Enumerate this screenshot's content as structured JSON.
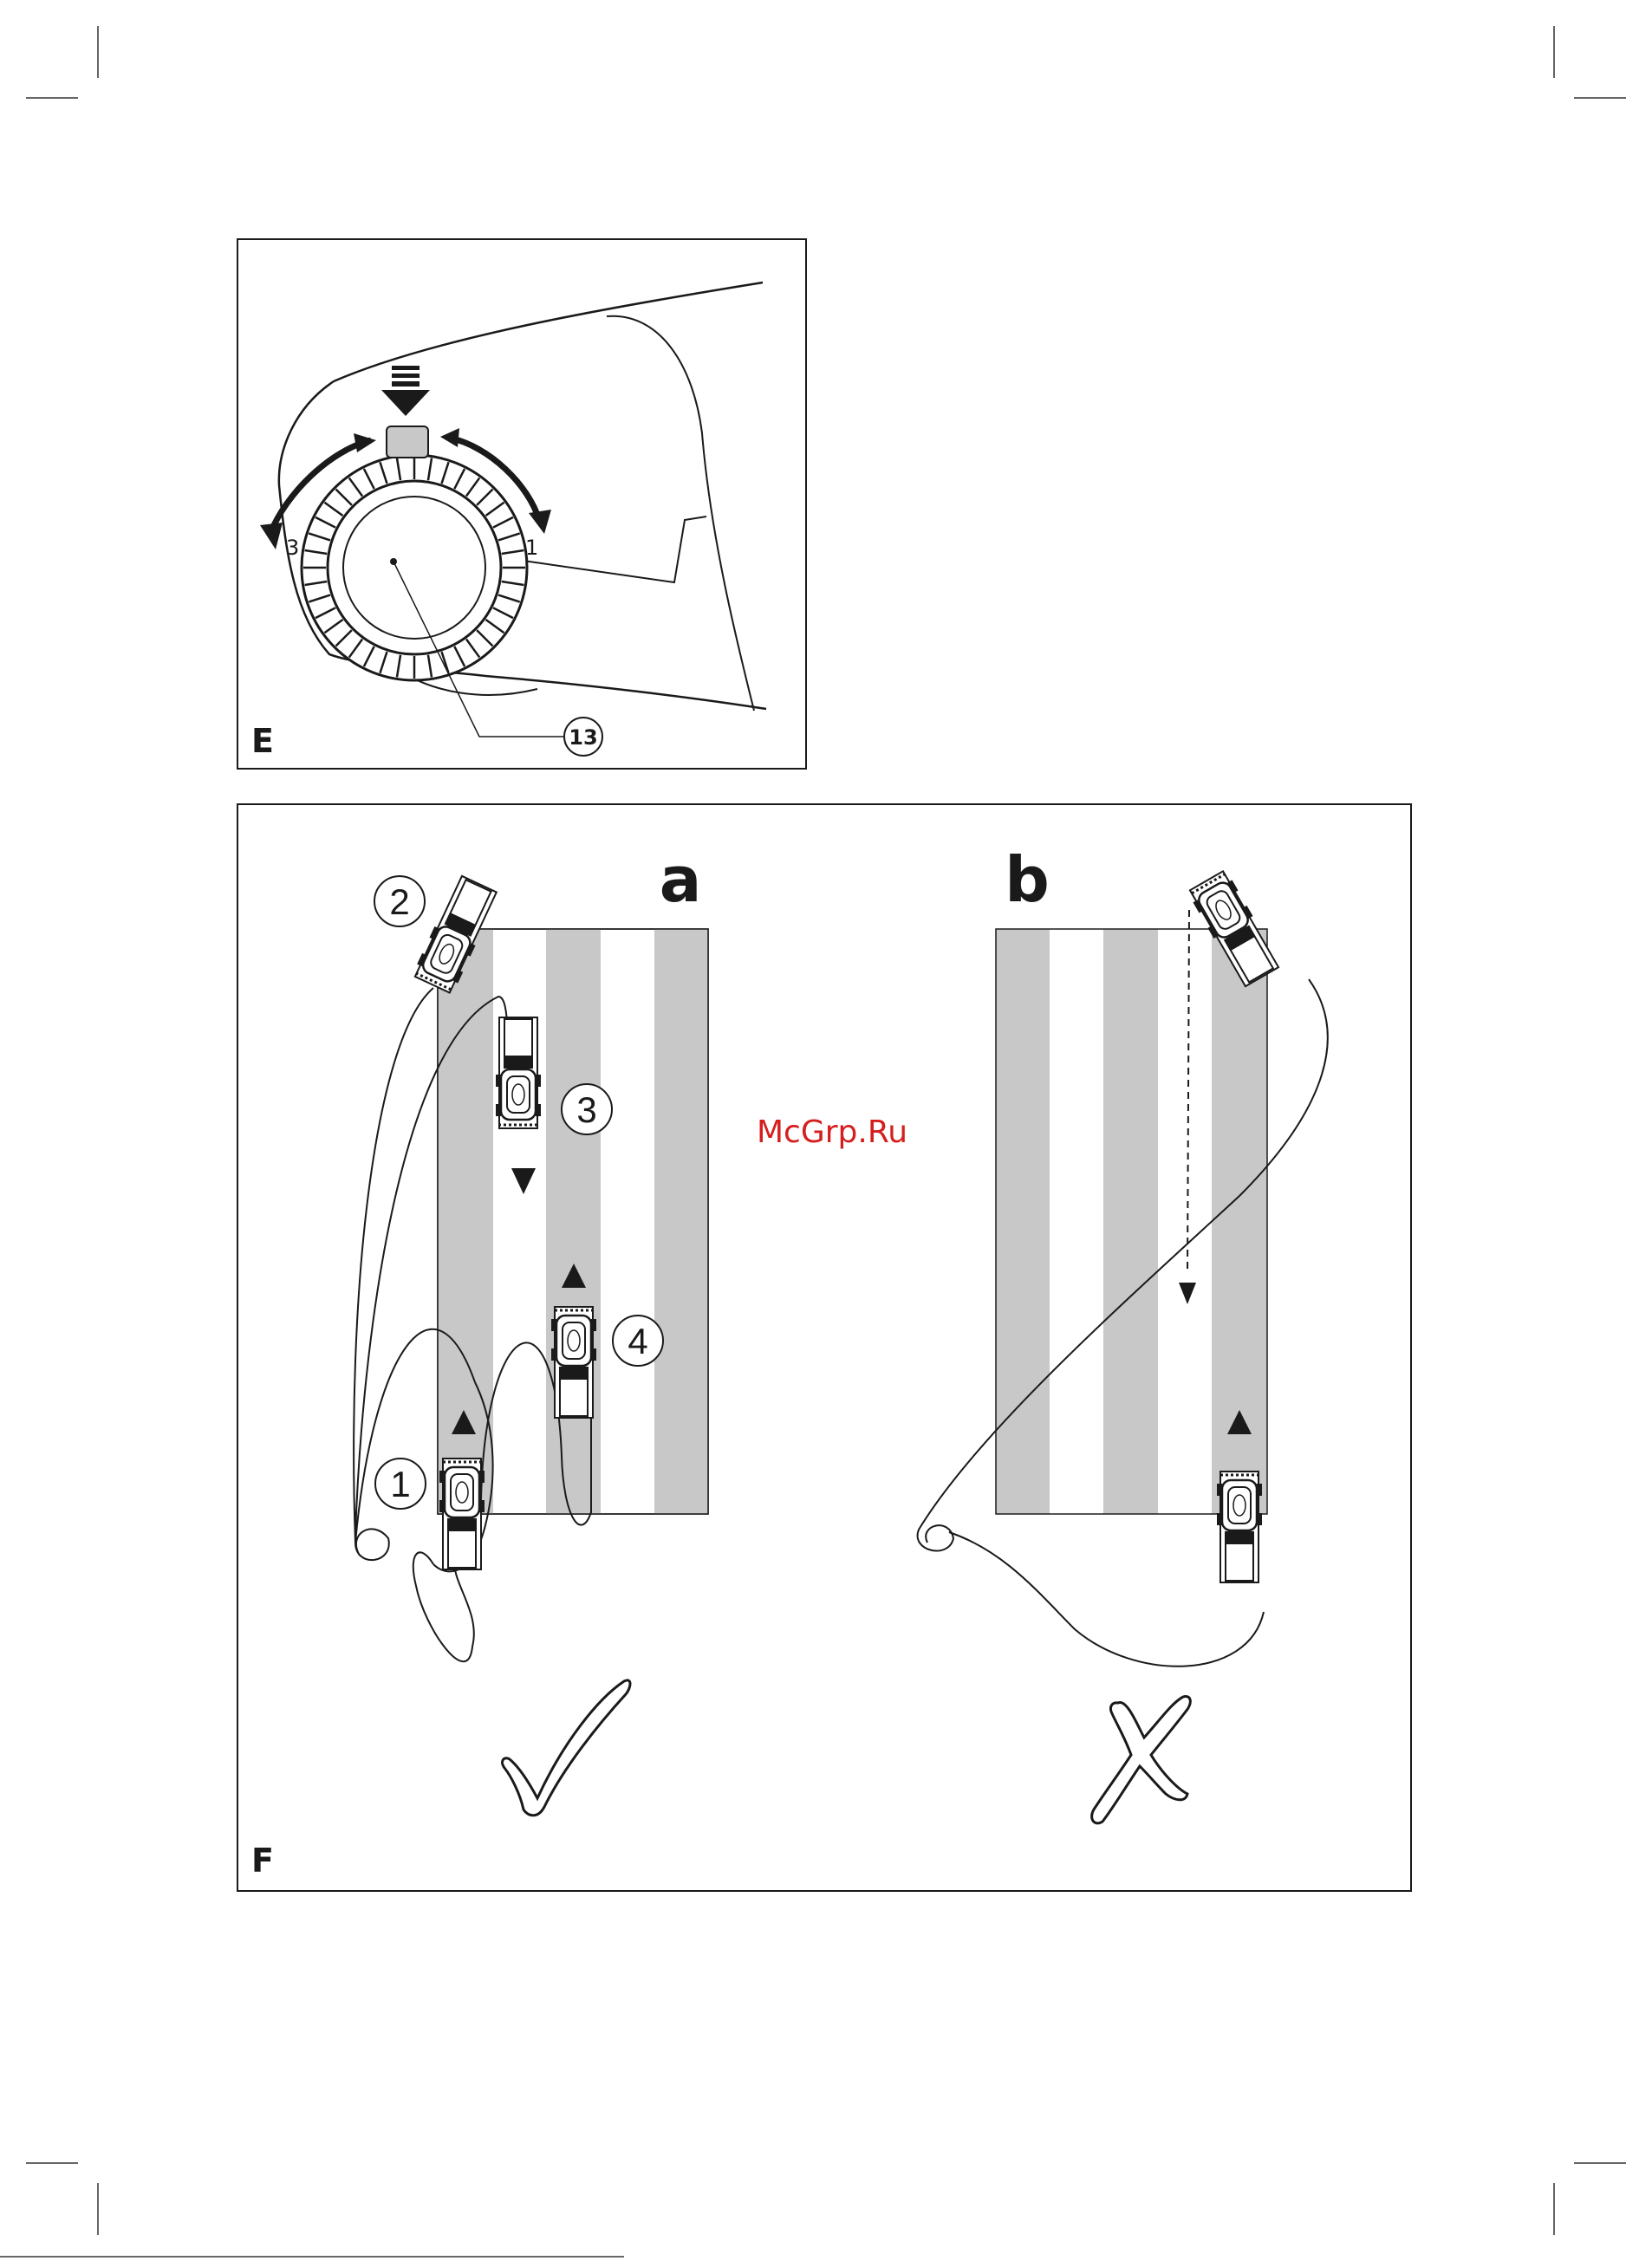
{
  "panel_e": {
    "label": "E",
    "callout": "13",
    "dial_marks": [
      "3",
      "1"
    ]
  },
  "panel_f": {
    "label": "F",
    "sub_a": "a",
    "sub_b": "b",
    "steps": [
      "1",
      "2",
      "3",
      "4"
    ],
    "correct_icon": "check-mark-icon",
    "wrong_icon": "cross-mark-icon"
  },
  "watermark": "McGrp.Ru",
  "colors": {
    "stripe_gray": "#c8c8c8",
    "ink": "#1a1a1a",
    "watermark_red": "#d51f1f"
  }
}
